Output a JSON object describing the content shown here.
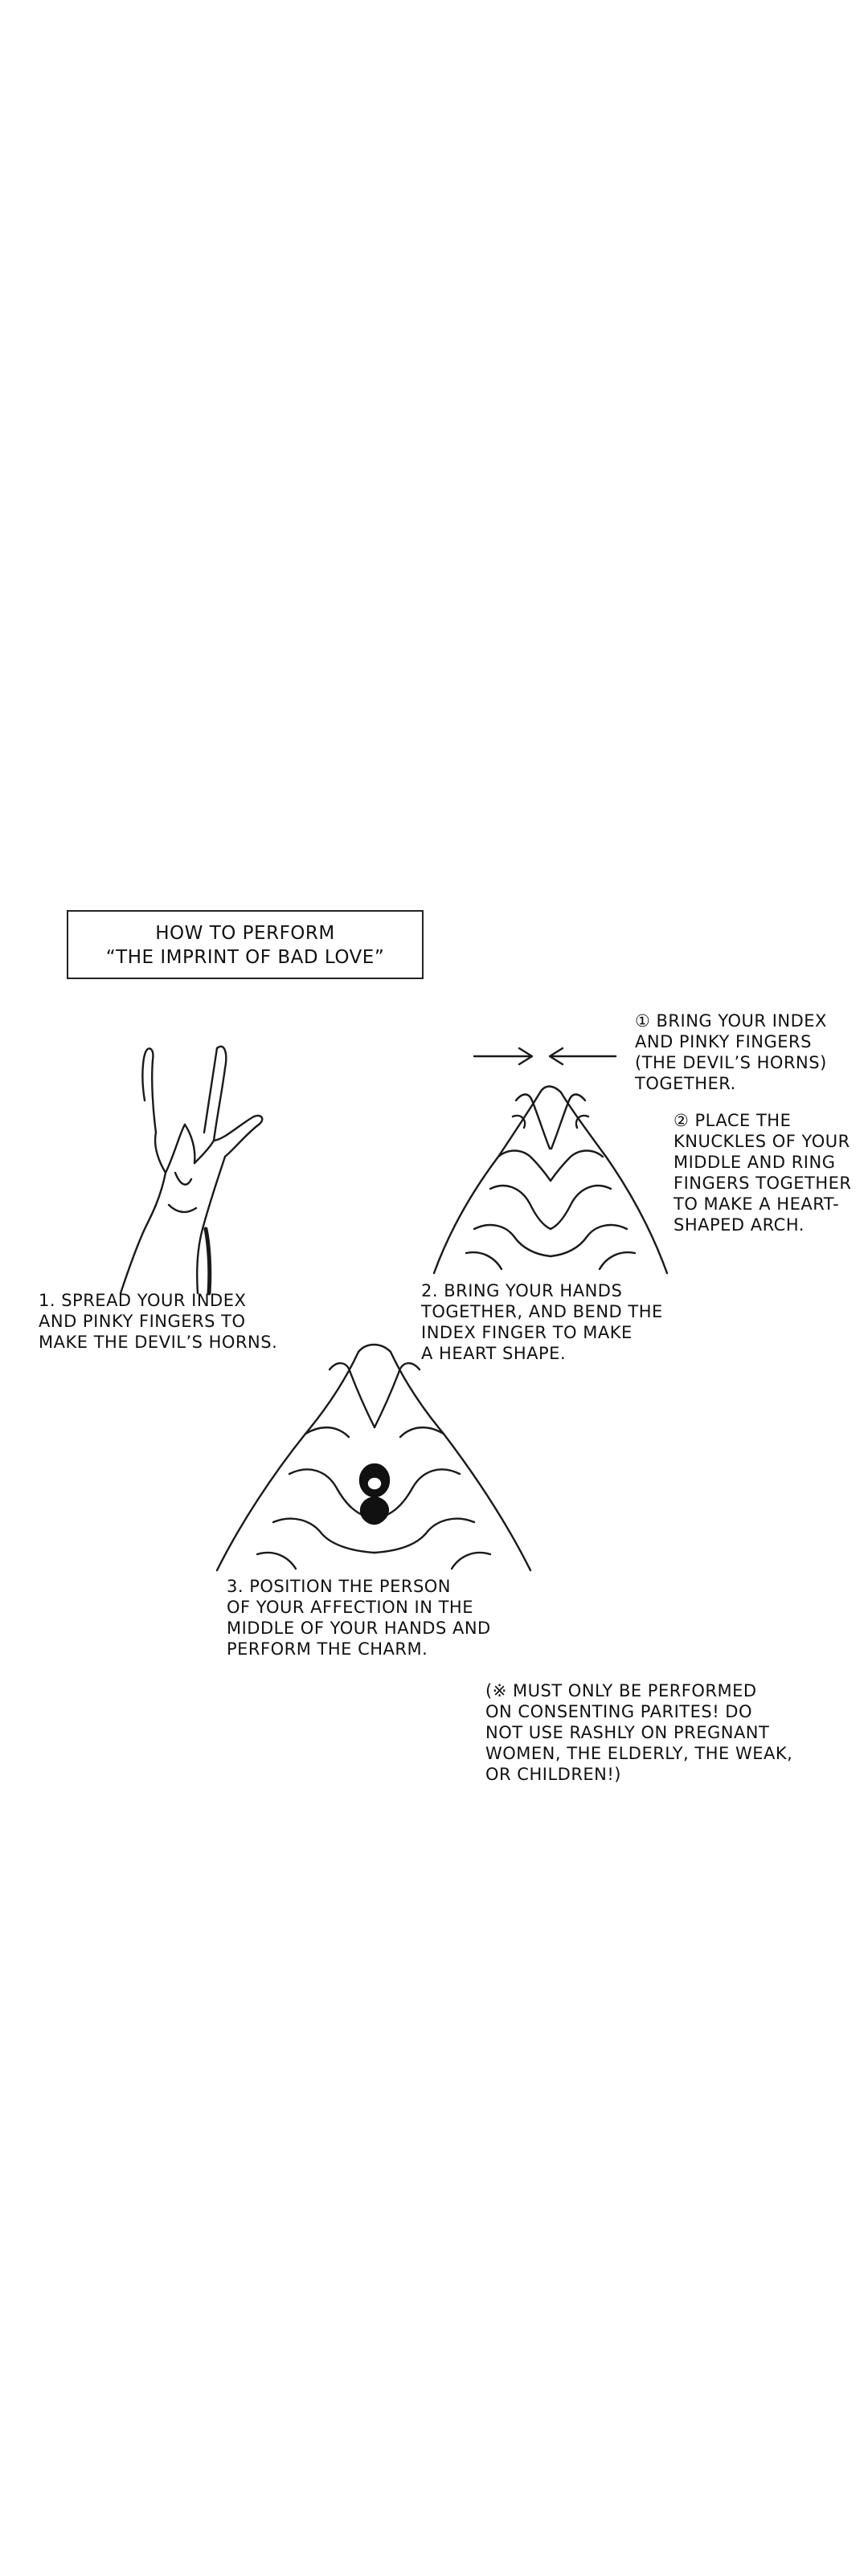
{
  "title": {
    "line1": "HOW TO PERFORM",
    "line2": "“THE IMPRINT OF BAD LOVE”"
  },
  "note_1": {
    "lines": [
      "① BRING YOUR INDEX",
      "AND PINKY FINGERS",
      "(THE DEVIL’S HORNS)",
      "TOGETHER."
    ]
  },
  "note_2": {
    "lines": [
      "② PLACE THE",
      "KNUCKLES OF YOUR",
      "MIDDLE AND RING",
      "FINGERS TOGETHER",
      "TO MAKE A HEART-",
      "SHAPED ARCH."
    ]
  },
  "step_1": {
    "lines": [
      "1. SPREAD YOUR INDEX",
      "AND PINKY FINGERS TO",
      "MAKE THE DEVIL’S HORNS."
    ]
  },
  "step_2": {
    "lines": [
      "2. BRING YOUR HANDS",
      "TOGETHER, AND BEND THE",
      "INDEX FINGER TO MAKE",
      "A HEART SHAPE."
    ]
  },
  "step_3": {
    "lines": [
      "3. POSITION THE PERSON",
      "OF YOUR AFFECTION IN THE",
      "MIDDLE OF YOUR HANDS AND",
      "PERFORM THE CHARM."
    ]
  },
  "warning": {
    "lines": [
      "(※ MUST ONLY BE PERFORMED",
      "ON CONSENTING PARITES! DO",
      "NOT USE RASHLY ON PREGNANT",
      "WOMEN, THE ELDERLY, THE WEAK,",
      "OR CHILDREN!)"
    ]
  }
}
